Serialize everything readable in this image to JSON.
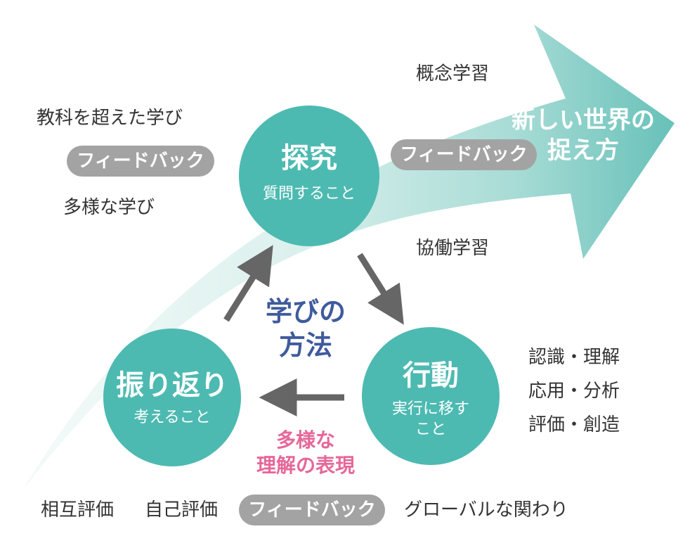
{
  "colors": {
    "teal": "#4dbab1",
    "arrow_light": "#ddf1ee",
    "arrow_dark": "#67c1b9",
    "gray_arrow": "#666666",
    "pill_gray": "#a3a3a3",
    "blue_text": "#3f5b9d",
    "pink_text": "#e6679a"
  },
  "goal": {
    "line1": "新しい世界の",
    "line2": "捉え方"
  },
  "circles": {
    "inquiry": {
      "title": "探究",
      "subtitle": "質問すること"
    },
    "action": {
      "title": "行動",
      "subtitle_line1": "実行に移す",
      "subtitle_line2": "こと"
    },
    "reflection": {
      "title": "振り返り",
      "subtitle": "考えること"
    }
  },
  "center": {
    "method_line1": "学びの",
    "method_line2": "方法",
    "expression_line1": "多様な",
    "expression_line2": "理解の表現"
  },
  "labels": {
    "cross_subject": "教科を超えた学び",
    "diverse_learning": "多様な学び",
    "concept_learning": "概念学習",
    "collaborative_learning": "協働学習",
    "mutual_eval": "相互評価",
    "self_eval": "自己評価",
    "global": "グローバルな関わり"
  },
  "feedback": {
    "left": "フィードバック",
    "middle": "フィードバック",
    "bottom": "フィードバック"
  },
  "right_list": {
    "item1": "認識・理解",
    "item2": "応用・分析",
    "item3": "評価・創造"
  }
}
